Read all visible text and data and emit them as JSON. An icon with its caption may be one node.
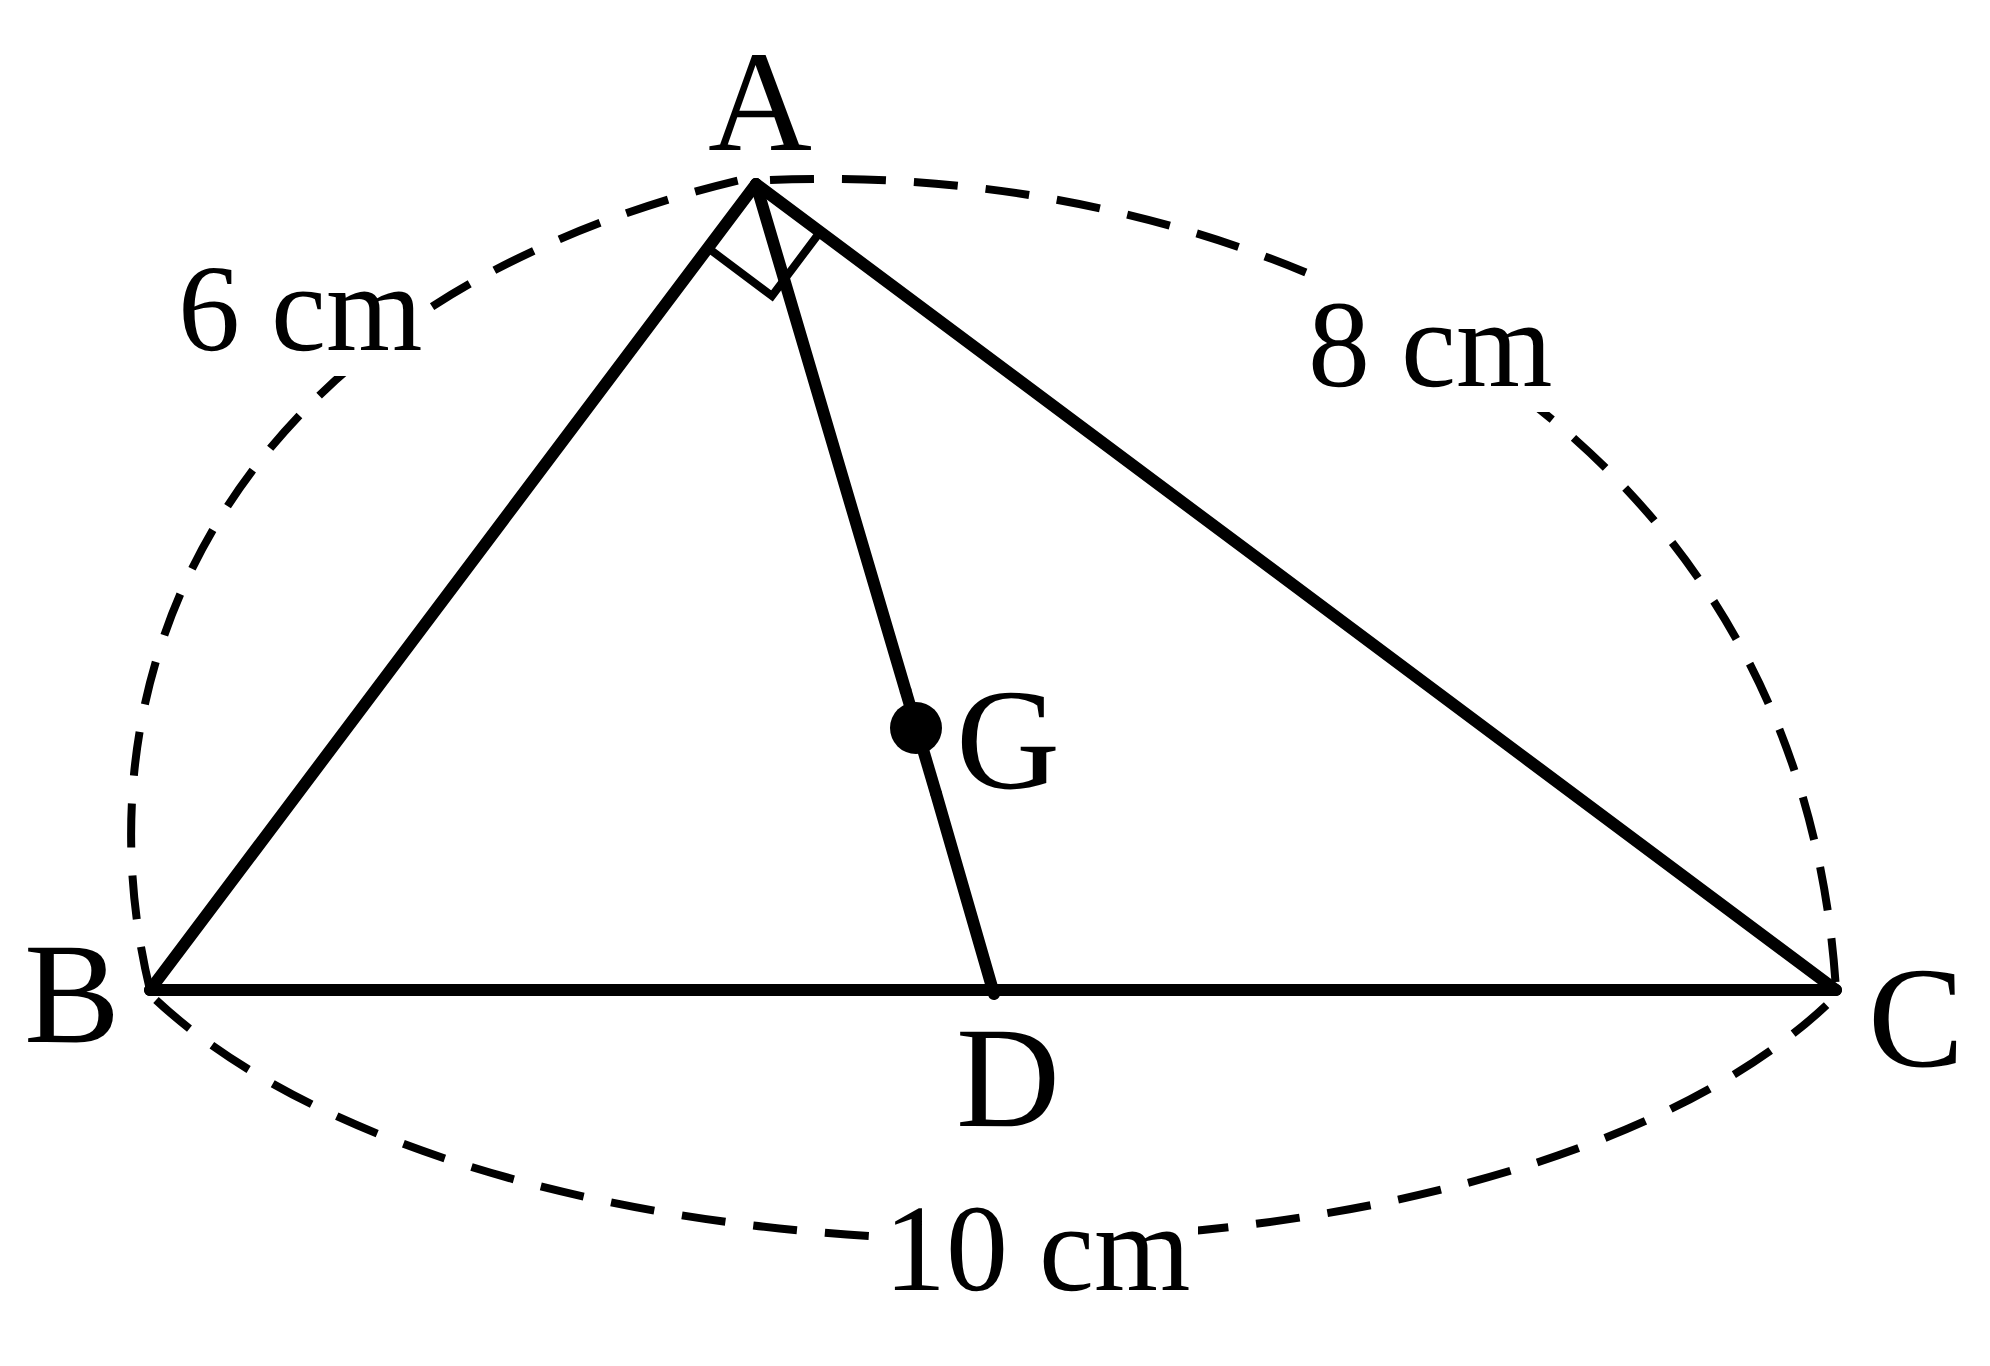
{
  "diagram": {
    "nodes": [
      {
        "text": [
          "A"
        ]
      },
      {
        "text": [
          "B"
        ]
      },
      {
        "text": [
          "C"
        ]
      },
      {
        "text": [
          "D"
        ]
      },
      {
        "text": [
          "G"
        ]
      }
    ],
    "edges": [
      {
        "from": 0,
        "to": 1,
        "arrow": "none"
      },
      {
        "from": 0,
        "to": 2,
        "arrow": "none"
      },
      {
        "from": 1,
        "to": 2,
        "arrow": "none"
      },
      {
        "from": 0,
        "to": 4,
        "arrow": "none"
      },
      {
        "from": 4,
        "to": 3,
        "arrow": "none"
      }
    ],
    "labels": [
      "6 cm",
      "8 cm",
      "10 cm"
    ]
  }
}
